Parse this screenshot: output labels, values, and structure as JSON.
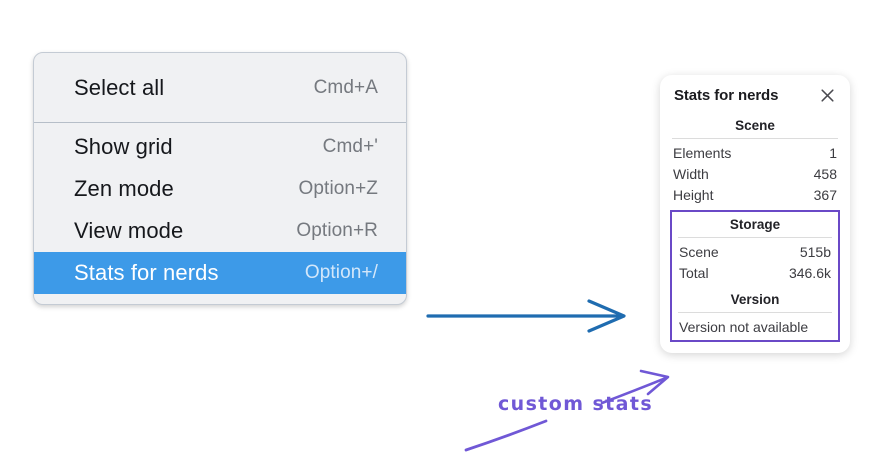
{
  "context_menu": {
    "groups": [
      {
        "items": [
          {
            "label": "Select all",
            "shortcut": "Cmd+A",
            "selected": false
          }
        ]
      },
      {
        "items": [
          {
            "label": "Show grid",
            "shortcut": "Cmd+'",
            "selected": false
          },
          {
            "label": "Zen mode",
            "shortcut": "Option+Z",
            "selected": false
          },
          {
            "label": "View mode",
            "shortcut": "Option+R",
            "selected": false
          },
          {
            "label": "Stats for nerds",
            "shortcut": "Option+/",
            "selected": true
          }
        ]
      }
    ],
    "highlight_color": "#3d9ae8"
  },
  "stats_panel": {
    "title": "Stats for nerds",
    "close_icon": "close-icon",
    "sections": [
      {
        "heading": "Scene",
        "rows": [
          {
            "label": "Elements",
            "value": "1"
          },
          {
            "label": "Width",
            "value": "458"
          },
          {
            "label": "Height",
            "value": "367"
          }
        ]
      },
      {
        "heading": "Storage",
        "rows": [
          {
            "label": "Scene",
            "value": "515b"
          },
          {
            "label": "Total",
            "value": "346.6k"
          }
        ]
      },
      {
        "heading": "Version",
        "note": "Version not available"
      }
    ],
    "highlight_outline_color": "#6a49c7"
  },
  "annotations": {
    "blue_arrow_color": "#1f6cb0",
    "purple_color": "#7058d6",
    "label": "custom stats"
  }
}
